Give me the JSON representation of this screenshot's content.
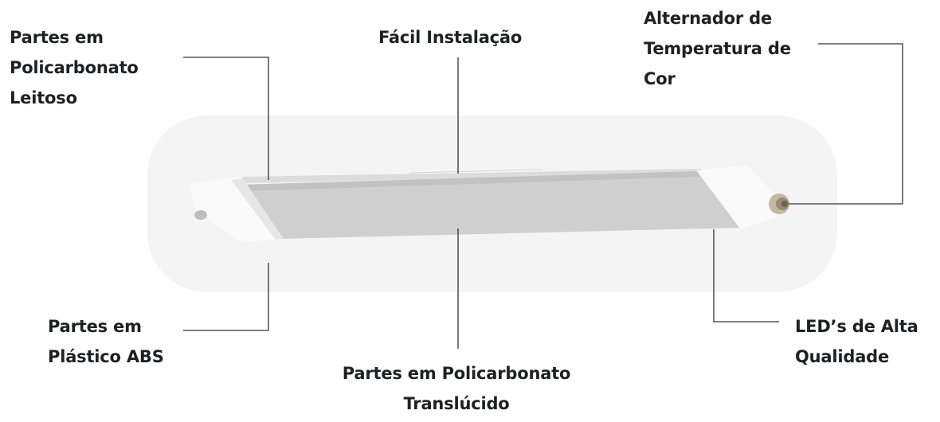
{
  "callouts": {
    "milky_polycarbonate": {
      "lines": [
        "Partes em",
        "Policarbonato",
        "Leitoso"
      ]
    },
    "easy_install": {
      "lines": [
        "Fácil Instalação"
      ]
    },
    "color_temp_switch": {
      "lines": [
        "Alternador de",
        "Temperatura de",
        "Cor"
      ]
    },
    "abs_plastic": {
      "lines": [
        "Partes em",
        "Plástico ABS"
      ]
    },
    "translucent_polycarbonate": {
      "lines": [
        "Partes em Policarbonato",
        "Translúcido"
      ]
    },
    "high_quality_leds": {
      "lines": [
        "LED’s de Alta",
        "Qualidade"
      ]
    }
  },
  "colors": {
    "text": "#1f2024",
    "leader_line": "#333333",
    "backdrop": "#f4f4f4",
    "diffuser": "#cfcfcf",
    "end_cap": "#fafafa"
  }
}
